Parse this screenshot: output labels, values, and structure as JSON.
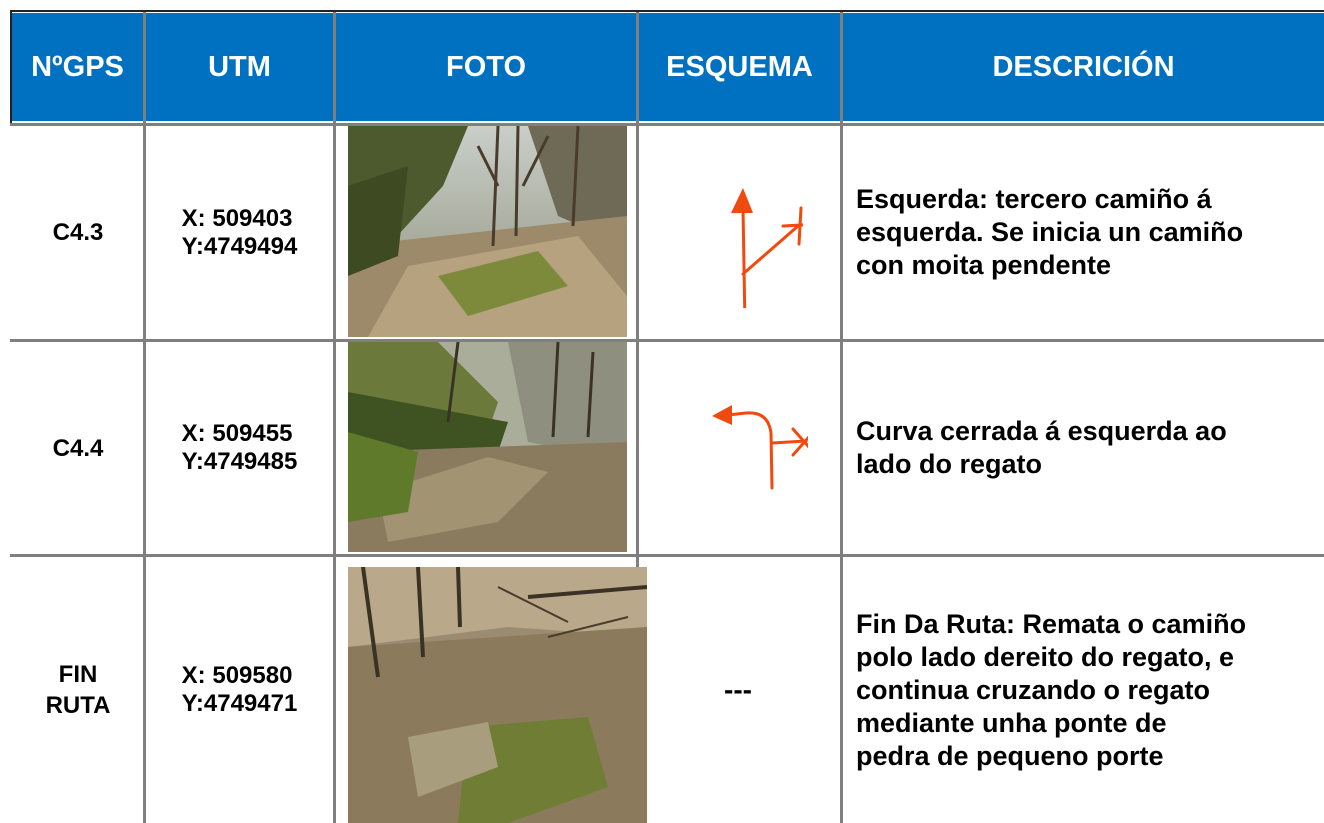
{
  "header": {
    "gps": "NºGPS",
    "utm": "UTM",
    "foto": "FOTO",
    "esquema": "ESQUEMA",
    "descricion": "DESCRICIÓN"
  },
  "colors": {
    "header_bg": "#0070c0",
    "header_text": "#ffffff",
    "arrow": "#f04a0f"
  },
  "rows": [
    {
      "gps": "C4.3",
      "utm_x": "X: 509403",
      "utm_y": "Y:4749494",
      "esquema_icon": "junction-arrow-up-left-branch-crossed-icon",
      "desc_lines": [
        "Esquerda: tercero camiño á",
        "esquerda. Se inicia un camiño",
        "con moita pendente"
      ]
    },
    {
      "gps": "C4.4",
      "utm_x": "X: 509455",
      "utm_y": "Y:4749485",
      "esquema_icon": "curve-left-arrow-right-crossed-icon",
      "desc_lines": [
        "Curva cerrada á esquerda ao",
        "lado do regato"
      ]
    },
    {
      "gps_line1": "FIN",
      "gps_line2": "RUTA",
      "utm_x": "X: 509580",
      "utm_y": "Y:4749471",
      "esquema_text": "---",
      "desc_lines": [
        "Fin Da Ruta: Remata o camiño",
        "polo lado dereito do regato, e",
        "continua cruzando o regato",
        "mediante unha ponte de",
        "pedra de pequeno porte"
      ]
    }
  ]
}
